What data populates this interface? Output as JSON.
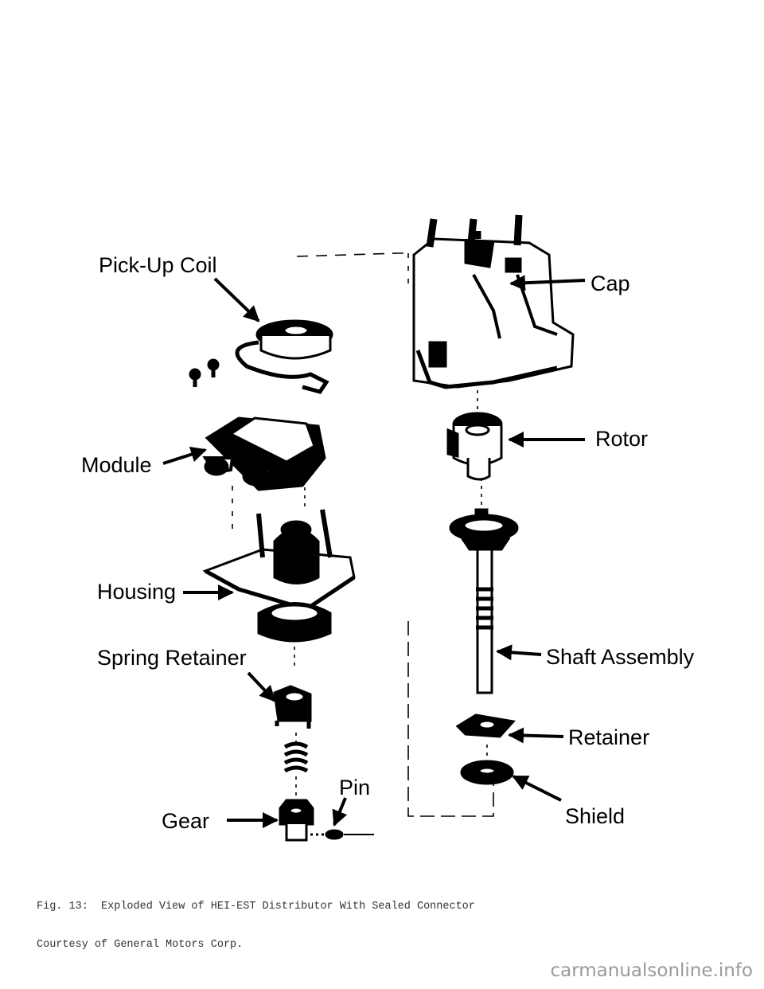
{
  "labels": {
    "pickup_coil": "Pick-Up Coil",
    "module": "Module",
    "housing": "Housing",
    "spring_retainer": "Spring Retainer",
    "gear": "Gear",
    "pin": "Pin",
    "cap": "Cap",
    "rotor": "Rotor",
    "shaft_assembly": "Shaft Assembly",
    "retainer": "Retainer",
    "shield": "Shield"
  },
  "caption": {
    "line1": "Fig. 13:  Exploded View of HEI-EST Distributor With Sealed Connector",
    "line2": "Courtesy of General Motors Corp."
  },
  "watermark": "carmanualsonline.info",
  "colors": {
    "ink": "#000000",
    "paper": "#ffffff",
    "caption": "#333333",
    "watermark": "#9a9a9a"
  }
}
